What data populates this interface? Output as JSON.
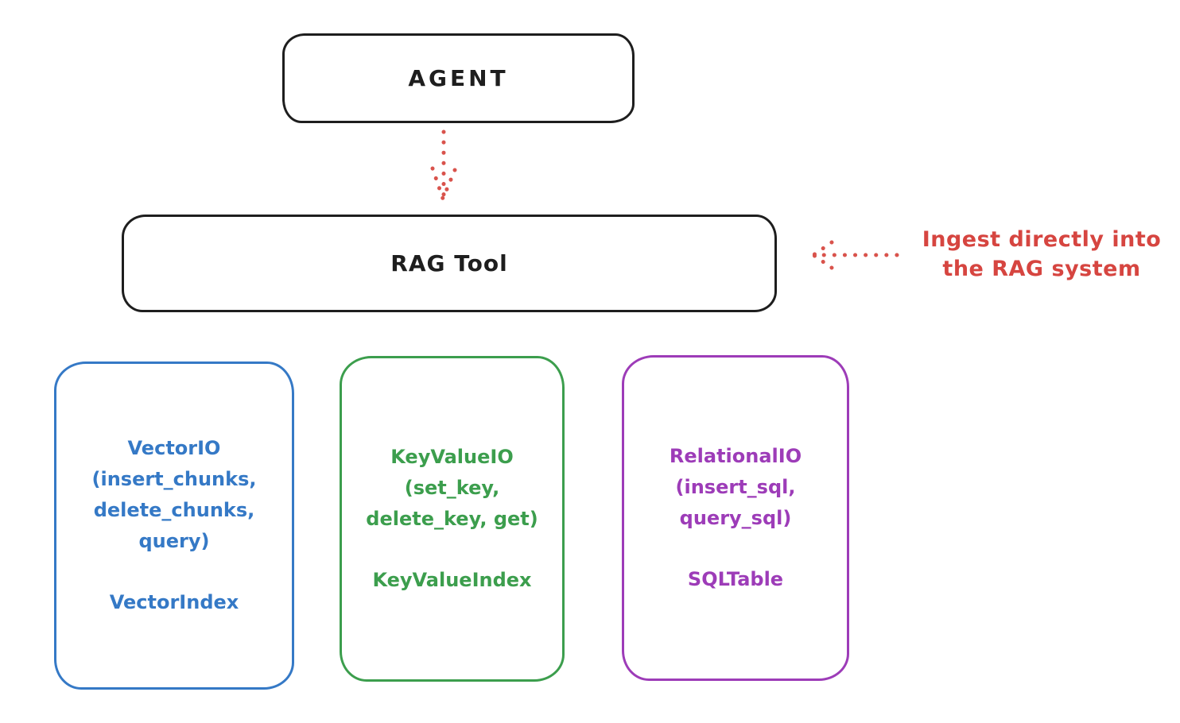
{
  "diagram": {
    "agent_box": {
      "label": "AGENT"
    },
    "rag_tool_box": {
      "label": "RAG Tool"
    },
    "flow_arrow": {
      "from": "AGENT",
      "to": "RAG Tool",
      "style": "dotted",
      "color": "#d9534c"
    },
    "annotation": {
      "line1": "Ingest directly into",
      "line2": "the RAG system",
      "color": "#d64540",
      "arrow_style": "dotted"
    },
    "io_boxes": [
      {
        "name": "VectorIO",
        "lines": [
          "VectorIO",
          "(insert_chunks,",
          "delete_chunks,",
          "query)"
        ],
        "index_label": "VectorIndex",
        "color": "#3579c6"
      },
      {
        "name": "KeyValueIO",
        "lines": [
          "KeyValueIO",
          "(set_key,",
          "delete_key, get)"
        ],
        "index_label": "KeyValueIndex",
        "color": "#3c9e4d"
      },
      {
        "name": "RelationalIO",
        "lines": [
          "RelationalIO",
          "(insert_sql,",
          "query_sql)"
        ],
        "index_label": "SQLTable",
        "color": "#9d3cb8"
      }
    ],
    "colors": {
      "stroke": "#1e1e1e",
      "background": "#ffffff",
      "red": "#d9534c"
    }
  }
}
